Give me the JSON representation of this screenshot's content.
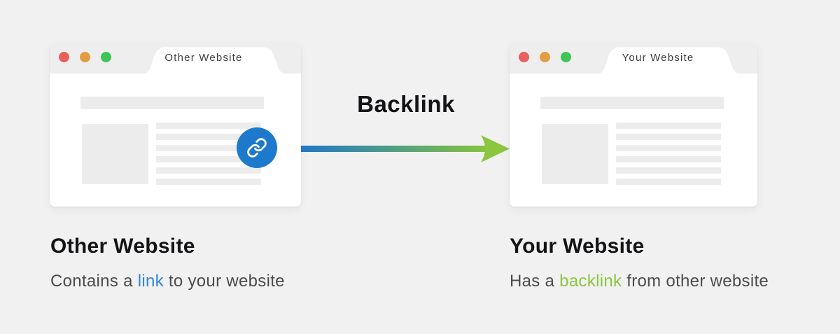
{
  "diagram": {
    "backlink_label": "Backlink",
    "arrow": {
      "start_color": "#1e78c8",
      "end_color": "#86c33f",
      "head_color": "#8cc63e"
    },
    "traffic_lights": {
      "red": "#e7605c",
      "yellow": "#e29d3f",
      "green": "#3cc653"
    },
    "windows": {
      "left": {
        "tab_title": "Other Website"
      },
      "right": {
        "tab_title": "Your Website"
      }
    },
    "link_button": {
      "color": "#1d79cc",
      "icon": "chain-link-icon"
    },
    "captions": {
      "left": {
        "heading": "Other Website",
        "pre": "Contains a ",
        "highlight": "link",
        "post": " to your website",
        "highlight_color": "#2f86d8"
      },
      "right": {
        "heading": "Your Website",
        "pre": "Has a ",
        "highlight": "backlink",
        "post": " from other website",
        "highlight_color": "#8cc63f"
      }
    }
  }
}
